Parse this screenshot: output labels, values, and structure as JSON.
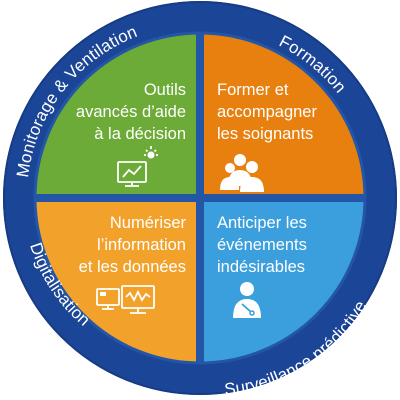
{
  "colors": {
    "ring": "#1b4597",
    "ring_edge": "#173c86",
    "divider": "#2456a8",
    "green": "#6cab37",
    "orange_dark": "#e8800f",
    "orange_light": "#f2a22b",
    "blue": "#3a9fdc",
    "text": "#ffffff"
  },
  "ring": {
    "top_left": "Monitorage & Ventilation",
    "top_right": "Formation",
    "bottom_left": "Digitalisation",
    "bottom_right": "Surveillance prédictive"
  },
  "quadrants": {
    "top_left": {
      "lines": [
        "Outils",
        "avancés d’aide",
        "à la décision"
      ],
      "icon": "decision-support-icon"
    },
    "top_right": {
      "lines": [
        "Former et",
        "accompagner",
        "les soignants"
      ],
      "icon": "caregivers-group-icon"
    },
    "bottom_left": {
      "lines": [
        "Numériser",
        "l’information",
        "et les données"
      ],
      "icon": "computer-monitors-icon"
    },
    "bottom_right": {
      "lines": [
        "Anticiper les",
        "événements",
        "indésirables"
      ],
      "icon": "patient-icon"
    }
  }
}
